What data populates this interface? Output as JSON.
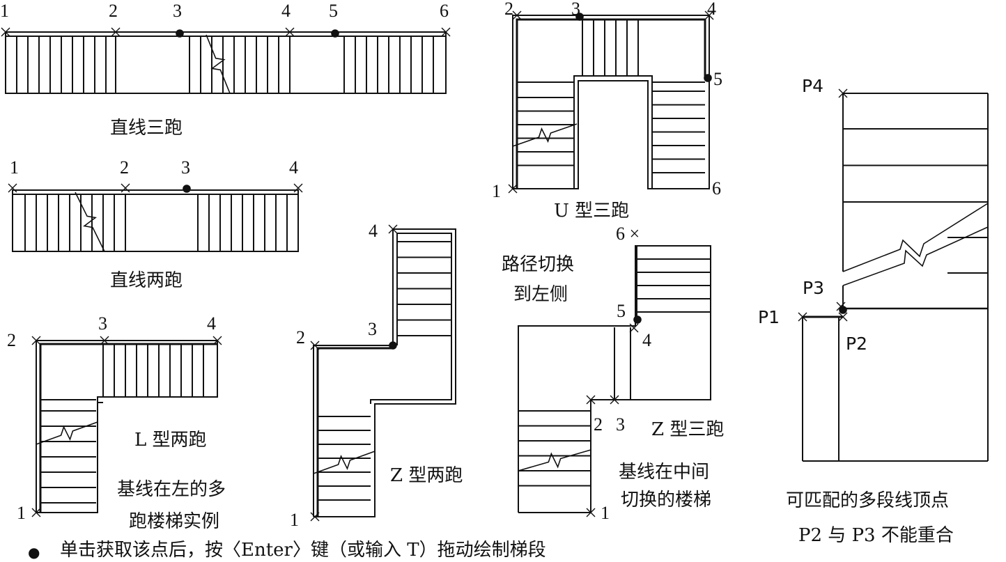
{
  "diagrams": {
    "straight_three": {
      "caption": "直线三跑",
      "points": [
        "1",
        "2",
        "3",
        "4",
        "5",
        "6"
      ]
    },
    "straight_two": {
      "caption": "直线两跑",
      "points": [
        "1",
        "2",
        "3",
        "4"
      ]
    },
    "l_two": {
      "caption": "L 型两跑",
      "points": [
        "1",
        "2",
        "3",
        "4"
      ],
      "note_line1": "基线在左的多",
      "note_line2": "跑楼梯实例"
    },
    "z_two": {
      "caption": "Z 型两跑",
      "points": [
        "1",
        "2",
        "3",
        "4"
      ]
    },
    "u_three": {
      "caption": "U 型三跑",
      "points": [
        "1",
        "2",
        "3",
        "4",
        "5",
        "6"
      ],
      "switch_line1": "路径切换",
      "switch_line2": "到左侧"
    },
    "z_three": {
      "caption": "Z 型三跑",
      "points": [
        "1",
        "2",
        "3",
        "4",
        "5",
        "6 ×"
      ],
      "note_line1": "基线在中间",
      "note_line2": "切换的楼梯"
    },
    "polyline": {
      "points": [
        "P1",
        "P2",
        "P3",
        "P4"
      ],
      "note_line1": "可匹配的多段线顶点",
      "note_line2": "P2 与 P3 不能重合"
    }
  },
  "legend": {
    "bullet": "●",
    "text": "单击获取该点后，按〈Enter〉键（或输入 T）拖动绘制梯段"
  }
}
